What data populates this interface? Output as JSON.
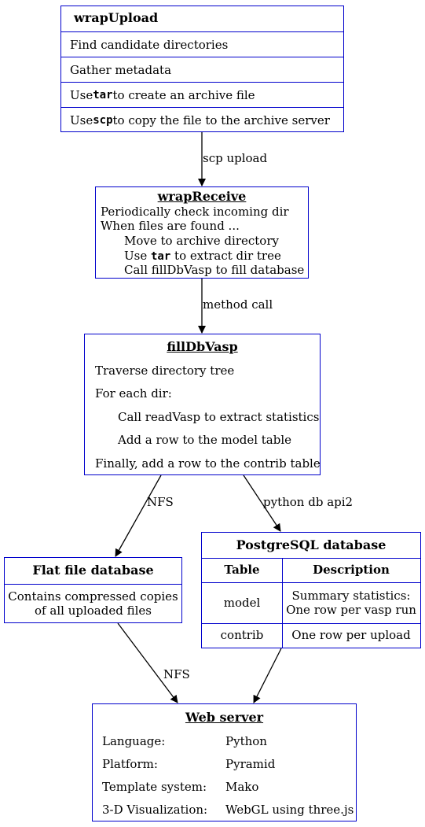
{
  "wrap_upload": {
    "title": "wrapUpload",
    "steps": [
      "Find candidate directories",
      "Gather metadata",
      {
        "pre": "Use ",
        "code": "tar",
        "post": " to create an archive file"
      },
      {
        "pre": "Use ",
        "code": "scp",
        "post": " to copy the file to the archive server"
      }
    ]
  },
  "edge_upload_receive": "scp upload",
  "wrap_receive": {
    "title": "wrapReceive",
    "lines": [
      "Periodically check incoming dir",
      "When files are found ...",
      "Move to archive directory",
      {
        "pre": "Use ",
        "code": "tar",
        "post": " to extract dir tree"
      },
      "Call fillDbVasp to fill database"
    ]
  },
  "edge_receive_fill": "method call",
  "fill_db": {
    "title": "fillDbVasp",
    "lines": [
      "Traverse directory tree",
      "For each dir:",
      "Call readVasp to extract statistics",
      "Add a row to the model table",
      "Finally, add a row to the contrib table"
    ]
  },
  "edge_fill_flat": "NFS",
  "edge_fill_pg": "python db api2",
  "flat_file": {
    "title": "Flat file database",
    "desc_line1": "Contains compressed copies",
    "desc_line2": "of all uploaded files"
  },
  "postgres": {
    "title": "PostgreSQL database",
    "headers": [
      "Table",
      "Description"
    ],
    "rows": [
      {
        "table": "model",
        "desc1": "Summary statistics:",
        "desc2": "One row per vasp run"
      },
      {
        "table": "contrib",
        "desc1": "One row per upload",
        "desc2": ""
      }
    ]
  },
  "edge_flat_web": "NFS",
  "web_server": {
    "title": "Web server",
    "rows": [
      {
        "key": "Language:",
        "value": "Python"
      },
      {
        "key": "Platform:",
        "value": "Pyramid"
      },
      {
        "key": "Template system:",
        "value": "Mako"
      },
      {
        "key": "3-D Visualization:",
        "value": "WebGL using three.js"
      }
    ]
  }
}
